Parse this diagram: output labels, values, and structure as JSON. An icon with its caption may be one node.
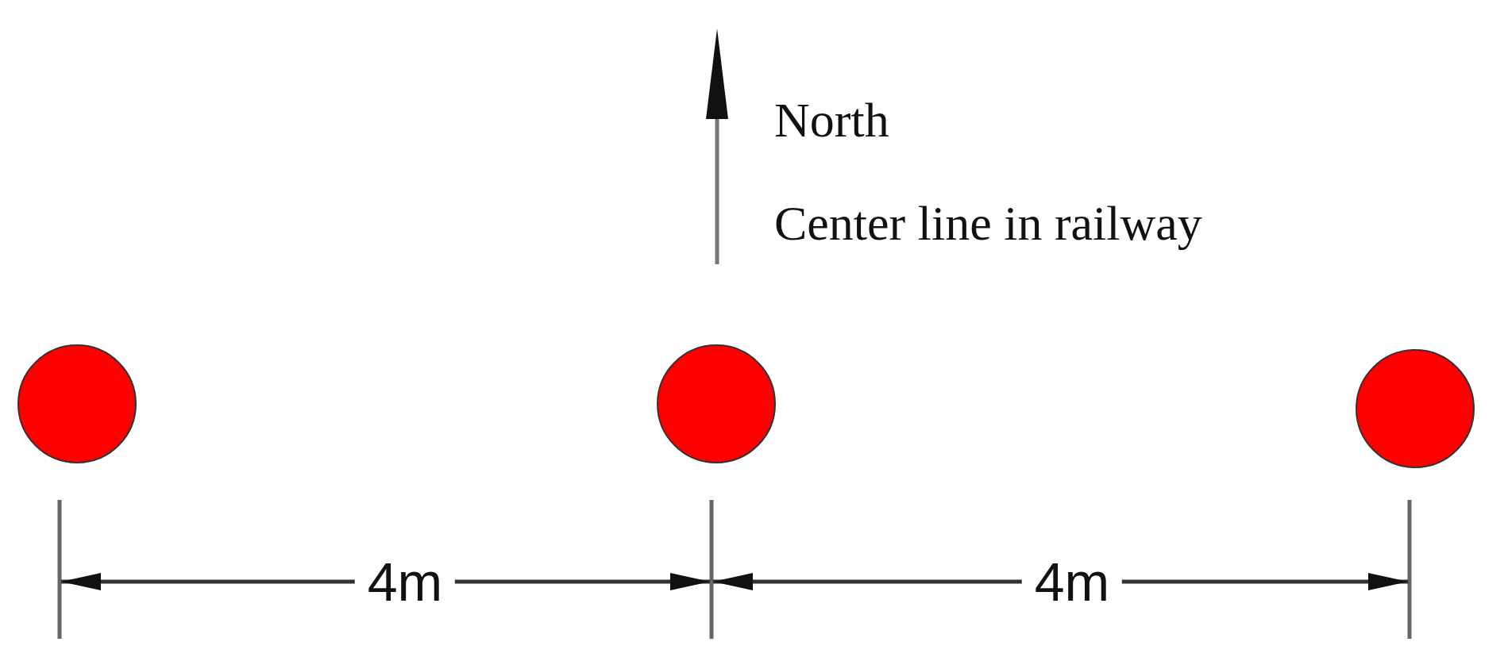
{
  "diagram": {
    "nodes": [
      {
        "text": [],
        "shape": "circle"
      },
      {
        "text": [],
        "shape": "circle"
      },
      {
        "text": [],
        "shape": "circle"
      }
    ],
    "labels": [
      "North",
      "Center line in railway",
      "4m",
      "4m"
    ]
  }
}
